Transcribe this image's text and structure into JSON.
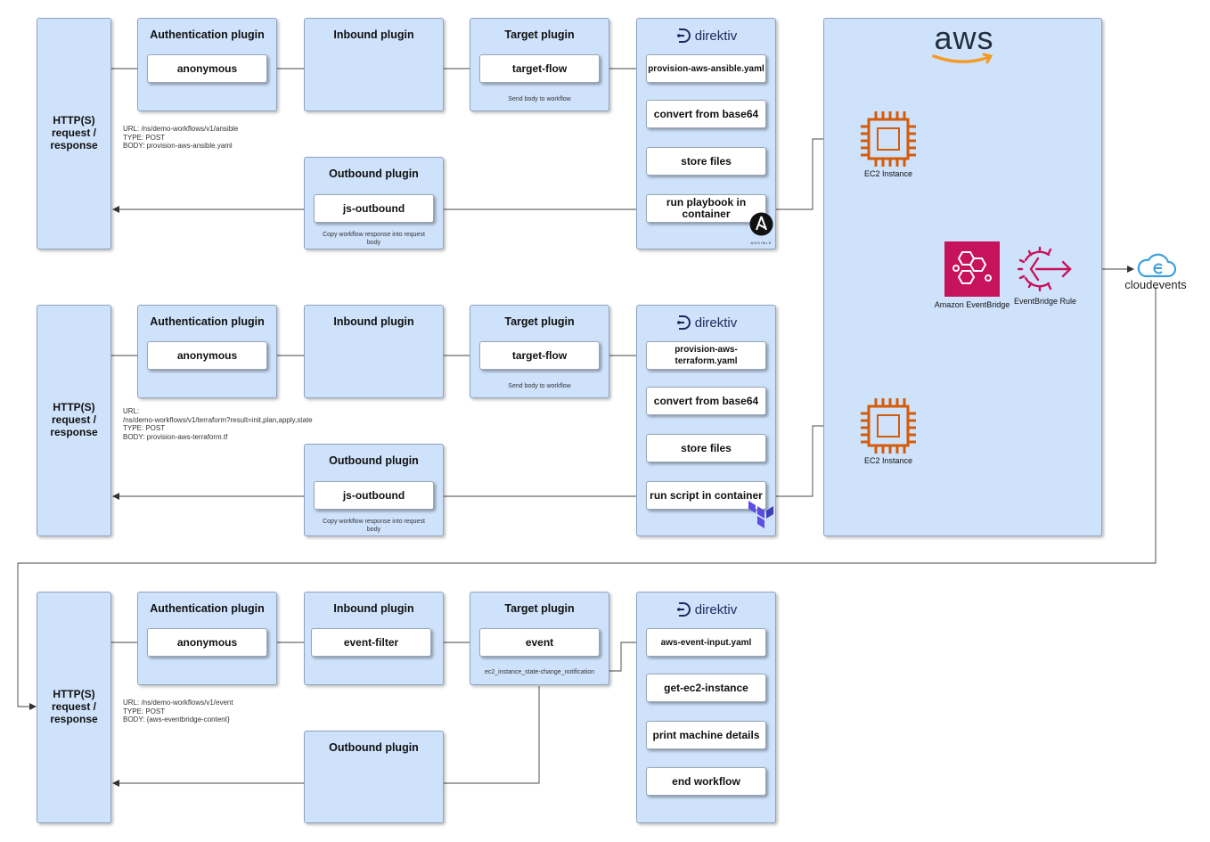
{
  "common": {
    "http": "HTTP(S)\nrequest /\nresponse",
    "auth_title": "Authentication plugin",
    "inbound_title": "Inbound plugin",
    "target_title": "Target plugin",
    "outbound_title": "Outbound plugin",
    "direktiv": "direktiv"
  },
  "row1": {
    "auth": "anonymous",
    "target": "target-flow",
    "target_note": "Send body to workflow",
    "outbound": "js-outbound",
    "outbound_note": "Copy workflow response into request body",
    "request": "URL: /ns/demo-workflows/v1/ansible\nTYPE: POST\nBODY: provision-aws-ansible.yaml",
    "steps": [
      "provision-aws-ansible.yaml",
      "convert from base64",
      "store files",
      "run playbook in container"
    ],
    "badge_text": "ANSIBLE"
  },
  "row2": {
    "auth": "anonymous",
    "target": "target-flow",
    "target_note": "Send body to workflow",
    "outbound": "js-outbound",
    "outbound_note": "Copy workflow response into request body",
    "request": "URL:\n/ns/demo-workflows/v1/terraform?result=init,plan,apply,state\nTYPE: POST\nBODY: provision-aws-terraform.tf",
    "steps": [
      "provision-aws-terraform.yaml",
      "convert from base64",
      "store files",
      "run script in container"
    ]
  },
  "row3": {
    "auth": "anonymous",
    "inbound": "event-filter",
    "target": "event",
    "target_note": "ec2_instance_state-change_notification",
    "request": "URL: /ns/demo-workflows/v1/event\nTYPE: POST\nBODY: {aws-eventbridge-content}",
    "steps": [
      "aws-event-input.yaml",
      "get-ec2-instance",
      "print machine details",
      "end workflow"
    ]
  },
  "aws": {
    "logo": "aws",
    "ec2_1": "EC2 Instance",
    "ec2_2": "EC2 Instance",
    "eventbridge": "Amazon EventBridge",
    "rule": "EventBridge Rule"
  },
  "cloudevents": "cloudevents",
  "colors": {
    "panel": "#cfe2fb",
    "ec2": "#d45b07",
    "eventbridge": "#c7125c",
    "cloudevents": "#3ea0da",
    "terraform": "#5c4ee5"
  }
}
